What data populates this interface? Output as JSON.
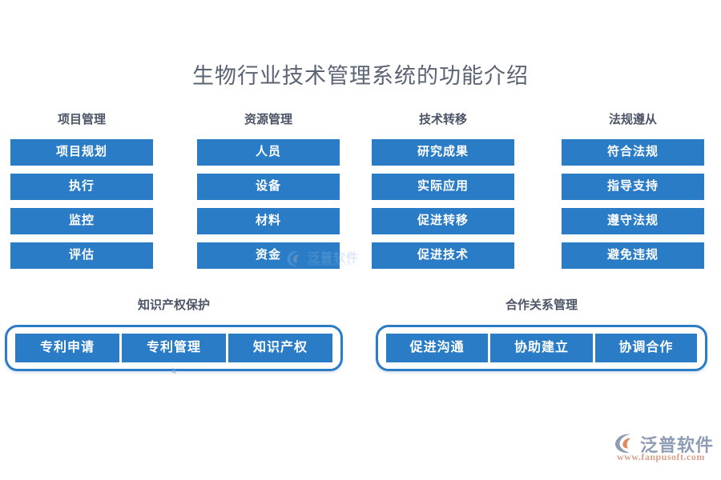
{
  "page": {
    "title": "生物行业技术管理系统的功能介绍",
    "background_color": "#ffffff",
    "title_color": "#5b6474",
    "accent_color": "#2a7cc7"
  },
  "columns": [
    {
      "header": "项目管理",
      "items": [
        "项目规划",
        "执行",
        "监控",
        "评估"
      ]
    },
    {
      "header": "资源管理",
      "items": [
        "人员",
        "设备",
        "材料",
        "资金"
      ]
    },
    {
      "header": "技术转移",
      "items": [
        "研究成果",
        "实际应用",
        "促进转移",
        "促进技术"
      ]
    },
    {
      "header": "法规遵从",
      "items": [
        "符合法规",
        "指导支持",
        "遵守法规",
        "避免违规"
      ]
    }
  ],
  "groups": [
    {
      "header": "知识产权保护",
      "items": [
        "专利申请",
        "专利管理",
        "知识产权"
      ]
    },
    {
      "header": "合作关系管理",
      "items": [
        "促进沟通",
        "协助建立",
        "协调合作"
      ]
    }
  ],
  "watermark_center": {
    "text": "泛普软件",
    "url": "www.fanpusoft.com"
  },
  "logo": {
    "text": "泛普软件",
    "url": "www.fanpusoft.com",
    "mark_color": "#8e9cb4",
    "mark_accent_color": "#e08a60"
  }
}
